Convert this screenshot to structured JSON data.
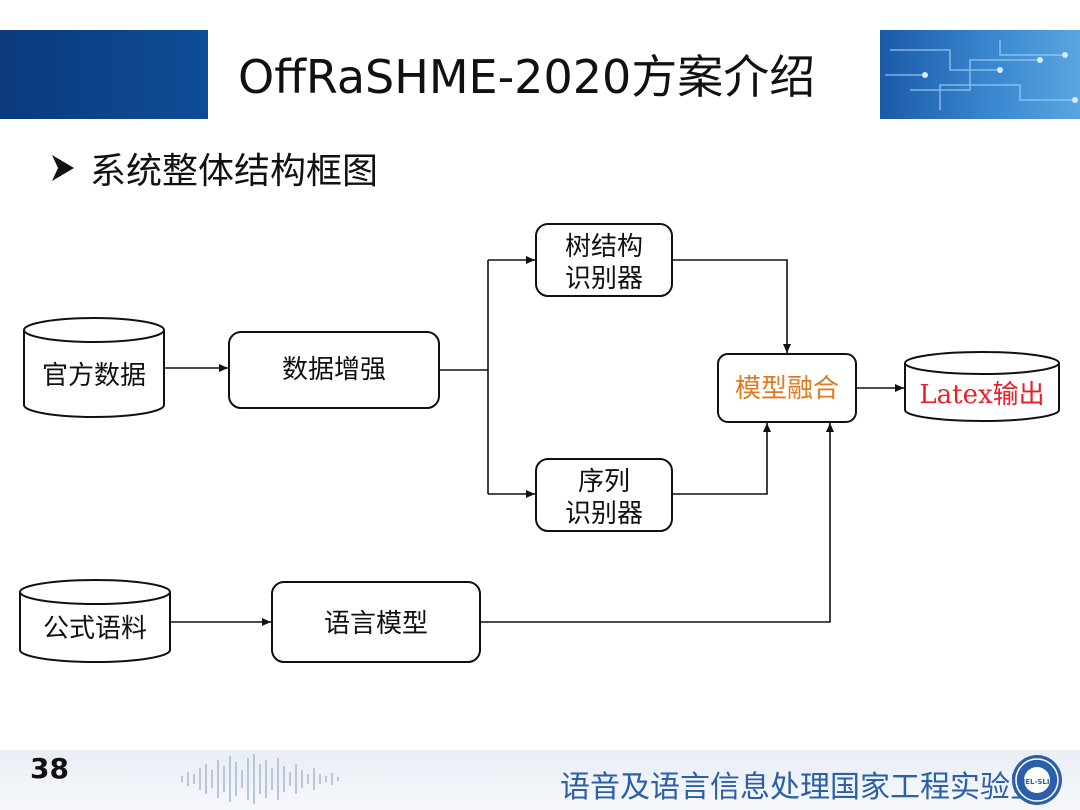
{
  "slide": {
    "title": "OffRaSHME-2020方案介绍",
    "subtitle": "系统整体结构框图",
    "page_number": "38",
    "footer_lab": "语音及语言信息处理国家工程实验室",
    "logo_text": "NEL-SLIP"
  },
  "diagram": {
    "nodes": {
      "official_data": "官方数据",
      "data_aug": "数据增强",
      "tree_rec_line1": "树结构",
      "tree_rec_line2": "识别器",
      "seq_rec_line1": "序列",
      "seq_rec_line2": "识别器",
      "fusion": "模型融合",
      "latex_out": "Latex输出",
      "formula_corpus": "公式语料",
      "lang_model": "语言模型"
    },
    "colors": {
      "fusion_text": "#e07a1e",
      "latex_text": "#e8202a",
      "line": "#111111"
    }
  },
  "icons": [
    "bullet-arrow-icon",
    "circuit-pattern",
    "waveform-icon",
    "lab-seal-icon"
  ]
}
